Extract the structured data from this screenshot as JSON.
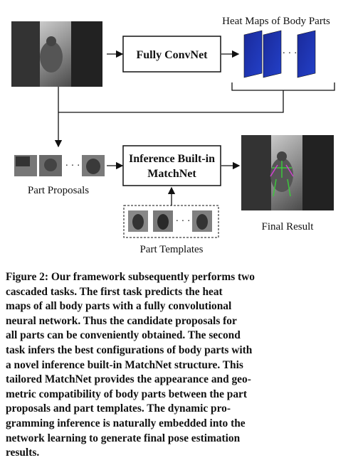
{
  "figure": {
    "heat_maps_label": "Heat Maps of Body Parts",
    "fully_convnet_label": "Fully ConvNet",
    "inference_label_line1": "Inference Built-in",
    "inference_label_line2": "MatchNet",
    "part_proposals_label": "Part Proposals",
    "part_templates_label": "Part Templates",
    "final_result_label": "Final Result",
    "ellipsis": "· · ·"
  },
  "caption": {
    "lines": [
      "Figure 2: Our framework subsequently performs two",
      "cascaded tasks.  The first task predicts the heat",
      "maps of all body parts with a fully convolutional",
      "neural network. Thus the candidate proposals for",
      "all parts can be conveniently obtained. The second",
      "task infers the best configurations of body parts with",
      "a novel inference built-in MatchNet structure. This",
      "tailored MatchNet provides the appearance and geo-",
      "metric compatibility of body parts between the part",
      "proposals and part templates.  The dynamic pro-",
      "gramming inference is naturally embedded into the",
      "network learning to generate final pose estimation",
      "results."
    ]
  }
}
